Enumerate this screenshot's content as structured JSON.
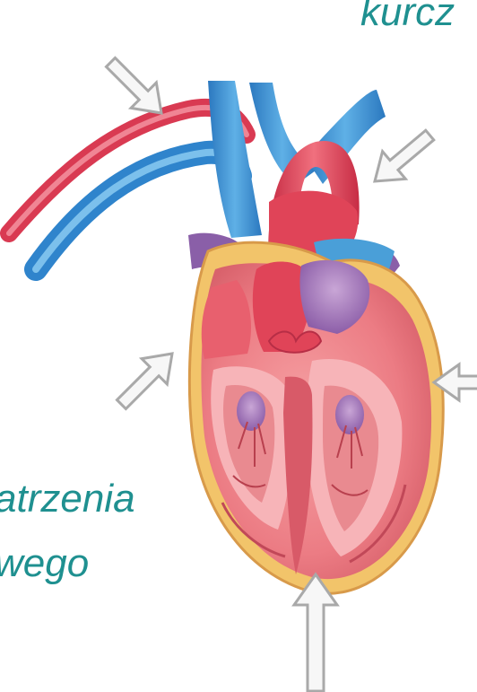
{
  "labels": {
    "top_right": "kurcz",
    "left_line1": "atrzenia",
    "left_line2": "wego"
  },
  "colors": {
    "label_text": "#1f9090",
    "arrow_fill": "#f7f7f7",
    "arrow_stroke": "#a9a9a9",
    "vein_blue": "#3a8fd0",
    "artery_red": "#e04458",
    "myocardium": "#ef7f86",
    "fat_yellow": "#f2c46a",
    "valve_purple": "#8a5fa8"
  },
  "icons": [
    "arrow-icon"
  ]
}
